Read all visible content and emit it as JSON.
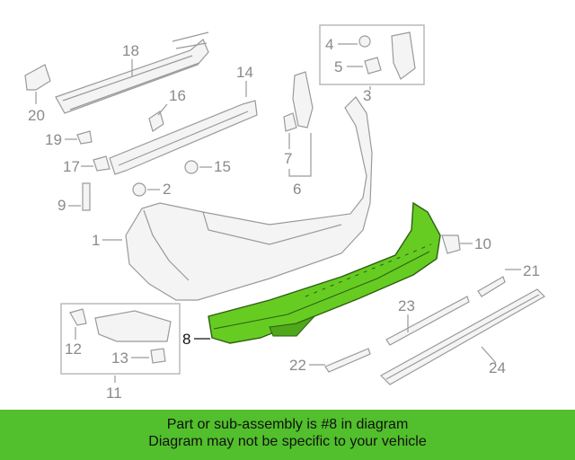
{
  "diagram": {
    "highlight_color": "#66cc22",
    "callouts": {
      "c1": "1",
      "c2": "2",
      "c3": "3",
      "c4": "4",
      "c5": "5",
      "c6": "6",
      "c7": "7",
      "c8": "8",
      "c9": "9",
      "c10": "10",
      "c11": "11",
      "c12": "12",
      "c13": "13",
      "c14": "14",
      "c15": "15",
      "c16": "16",
      "c17": "17",
      "c18": "18",
      "c19": "19",
      "c20": "20",
      "c21": "21",
      "c22": "22",
      "c23": "23",
      "c24": "24"
    }
  },
  "banner": {
    "color": "#52bf2c",
    "line1": "Part or sub-assembly is #8 in diagram",
    "line2": "Diagram may not be specific to your vehicle"
  }
}
